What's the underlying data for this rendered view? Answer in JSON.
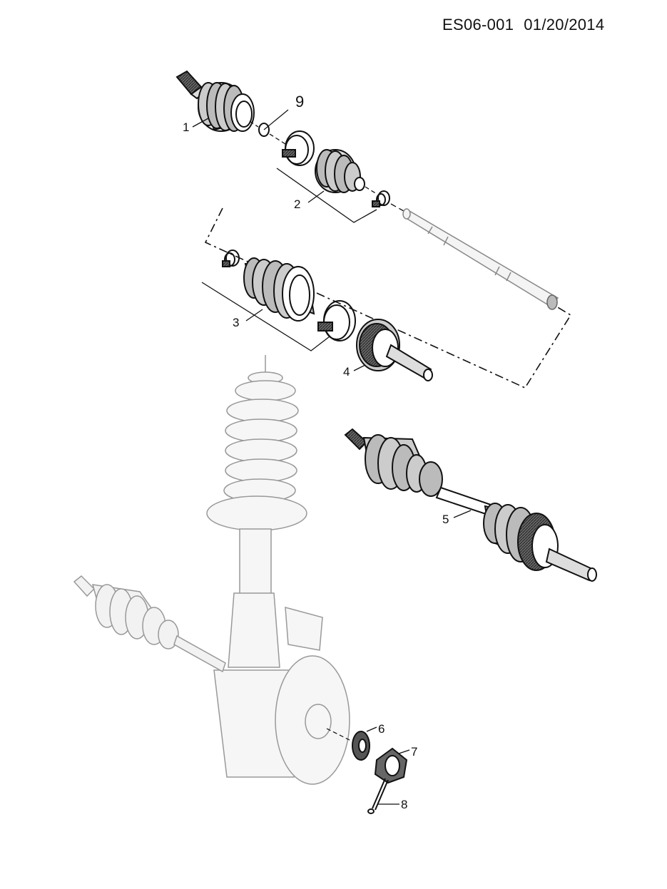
{
  "header": {
    "code": "ES06-001",
    "date": "01/20/2014"
  },
  "callouts": {
    "c1": "1",
    "c2": "2",
    "c3": "3",
    "c4": "4",
    "c5": "5",
    "c6": "6",
    "c7": "7",
    "c8": "8",
    "c9": "9"
  }
}
